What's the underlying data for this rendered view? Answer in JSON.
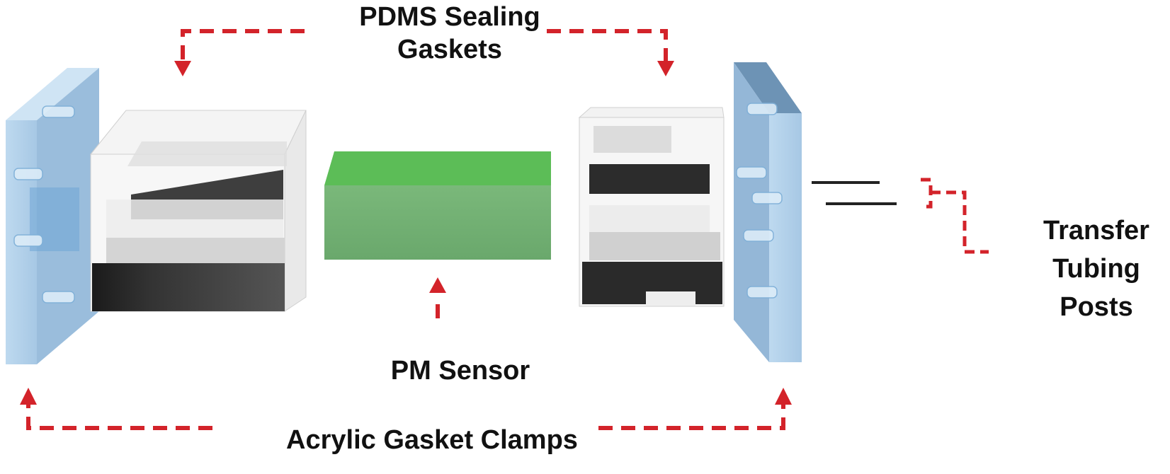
{
  "labels": {
    "gaskets": "PDMS Sealing\nGaskets",
    "sensor": "PM Sensor",
    "clamps": "Acrylic Gasket Clamps",
    "tubing": "Transfer\nTubing\nPosts"
  },
  "colors": {
    "arrow": "#d3232a",
    "sensor_green": "#5cbd57",
    "acrylic_blue": "#aacbe6",
    "gasket_gray": "#f0f0f0",
    "dark_band": "#2a2a2a"
  }
}
